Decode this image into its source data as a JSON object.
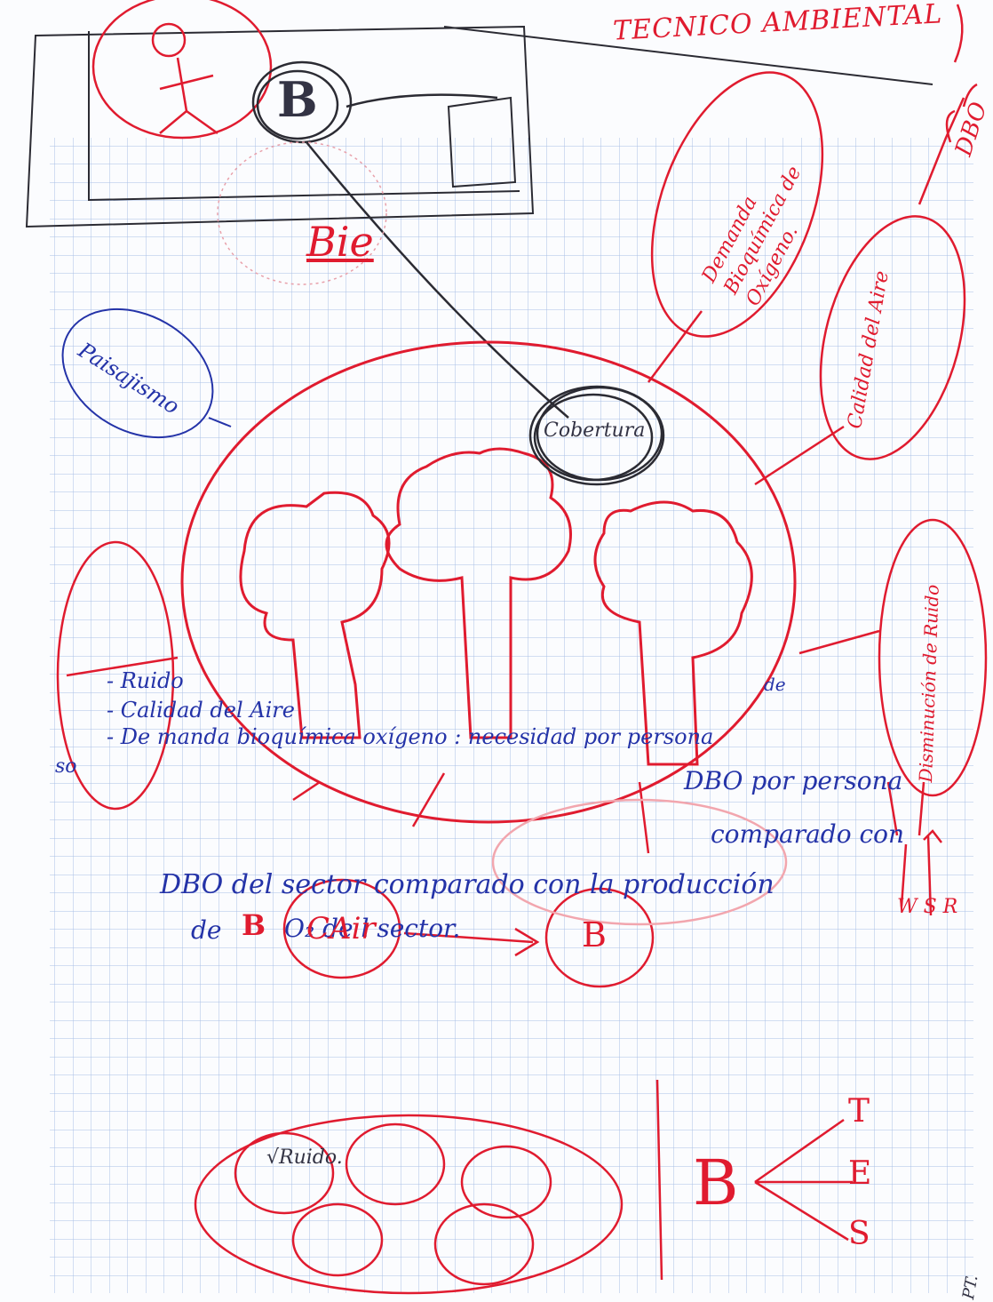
{
  "title": "TECNICO AMBIENTAL",
  "letter_b": "B",
  "bie_label": "Bie",
  "cobertura_label": "Cobertura",
  "demanda_label": "Demanda Bioquímica de Oxígeno.",
  "dbo_mark": "DBO",
  "calidad_aire_label": "Calidad del Aire",
  "paisajismo_label": "Paisajismo",
  "disminucion_label": "Disminución de Ruido",
  "notes": {
    "ruido": "- Ruido",
    "calidad": "- Calidad del Aire",
    "demanda_line": "- De manda bioquímica oxígeno : necesidad por persona",
    "de_superscript": "de",
    "so": "so",
    "dbo_persona": "DBO por persona",
    "comparado": "comparado con",
    "dbo_sector": "DBO del sector comparado con la producción",
    "de_b": "de",
    "b_bold": "B",
    "o2_line": "O₂ de l sector."
  },
  "car_label": "CAir",
  "b_circle": "B",
  "wsr": "W S R",
  "ruido_label": "√Ruido.",
  "tes_letters": [
    "T",
    "E",
    "S"
  ],
  "corner_mark": "PT.",
  "colors": {
    "red_ink": "#e01b2f",
    "blue_ink": "#2433a8",
    "pencil": "#333344",
    "grid": "#a9bfe6"
  }
}
